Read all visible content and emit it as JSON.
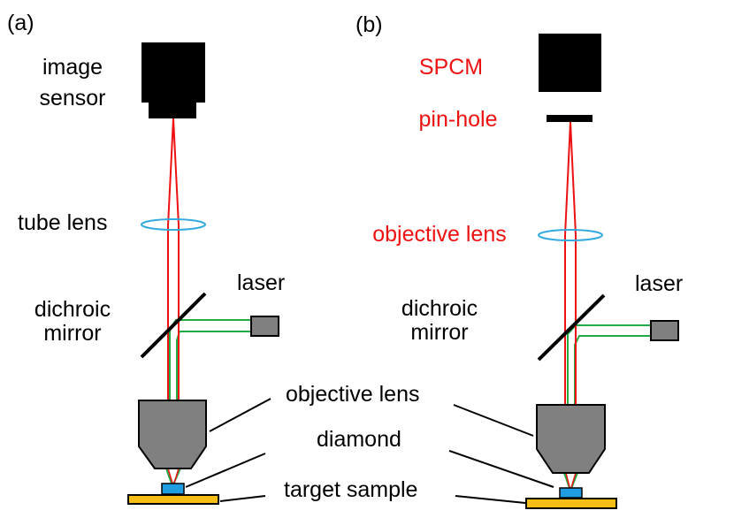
{
  "panel_a": {
    "tag": "(a)",
    "sensor_line1": "image",
    "sensor_line2": "sensor",
    "tube_lens": "tube lens",
    "laser": "laser",
    "dichroic_line1": "dichroic",
    "dichroic_line2": "mirror"
  },
  "panel_b": {
    "tag": "(b)",
    "detector": "SPCM",
    "pinhole": "pin-hole",
    "lens": "objective lens",
    "laser": "laser",
    "dichroic_line1": "dichroic",
    "dichroic_line2": "mirror"
  },
  "shared": {
    "objective": "objective lens",
    "diamond": "diamond",
    "sample": "target sample"
  },
  "colors": {
    "emission": "#ee1111",
    "excitation": "#22aa44",
    "lens": "#33aadd",
    "optics_body": "#808080",
    "diamond": "#1e9ee0",
    "sample": "#f7be16",
    "highlight_text": "#ee1111"
  }
}
